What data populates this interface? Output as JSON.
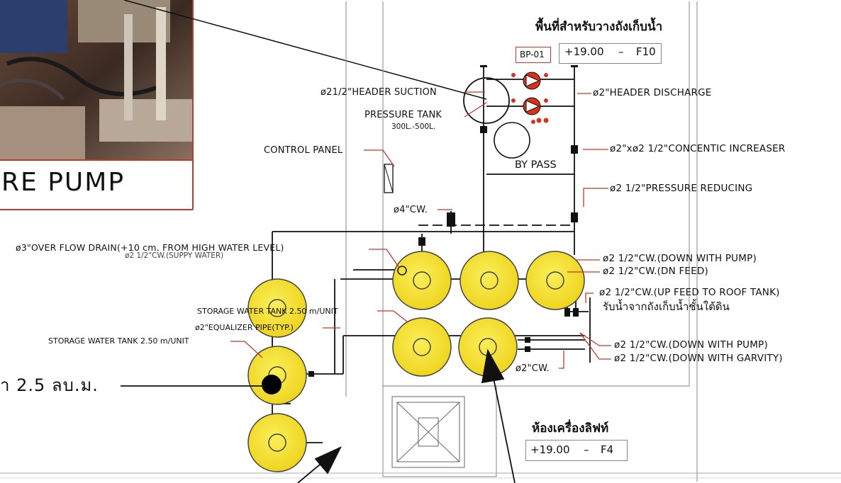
{
  "photo": {
    "caption": "RE PUMP"
  },
  "zone_top": {
    "title": "พื้นที่สำหรับวางถังเก็บน้ำ",
    "tag": "BP-01",
    "level": "+19.00",
    "dash": "–",
    "floor": "F10"
  },
  "zone_bottom": {
    "title": "ห้องเครื่องลิฟท์",
    "level": "+19.00",
    "dash": "–",
    "floor": "F4"
  },
  "labels": {
    "header_suction": "ø21/2\"HEADER SUCTION",
    "header_discharge": "ø2\"HEADER DISCHARGE",
    "pressure_tank": "PRESSURE TANK",
    "pressure_tank_size": "300L.-500L.",
    "control_panel": "CONTROL PANEL",
    "concentric": "ø2\"xø2 1/2\"CONCENTIC INCREASER",
    "by_pass": "BY PASS",
    "pressure_reducing": "ø2 1/2\"PRESSURE REDUCING",
    "cw4": "ø4\"CW.",
    "overflow": "ø3\"OVER FLOW DRAIN(+10 cm. FROM HIGH WATER LEVEL)",
    "supply_overlap": "ø2 1/2\"CW.(SUPPY WATER)",
    "down_pump_1": "ø2 1/2\"CW.(DOWN WITH PUMP)",
    "dn_feed": "ø2 1/2\"CW.(DN FEED)",
    "up_feed": "ø2 1/2\"CW.(UP FEED TO ROOF TANK)",
    "thai_receive": "รับน้ำจากถังเก็บน้ำชั้นใต้ดิน",
    "storage_tank_a": "STORAGE WATER TANK 2.50 m/UNIT",
    "equalizer": "ø2\"EQUALIZER PIPE(TYP.)",
    "storage_tank_b": "STORAGE WATER TANK 2.50 m/UNIT",
    "down_pump_2": "ø2 1/2\"CW.(DOWN WITH PUMP)",
    "down_gravity": "ø2 1/2\"CW.(DOWN WITH GARVITY)",
    "cw2": "ø2\"CW.",
    "capacity": "า 2.5 ลบ.ม."
  },
  "colors": {
    "tank_fill": "#f5e02a",
    "pump_red": "#d8321c",
    "line": "#111111",
    "callout_red": "#c0392b",
    "photo_border": "#c0392b"
  }
}
